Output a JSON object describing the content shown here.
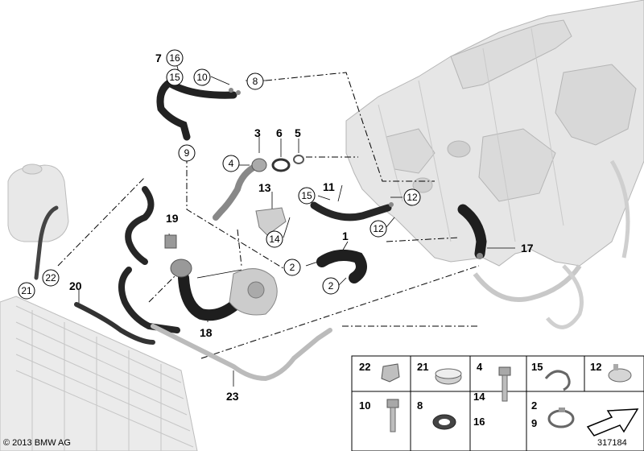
{
  "labels": {
    "l1": "1",
    "l2a": "2",
    "l2b": "2",
    "l3": "3",
    "l4": "4",
    "l5": "5",
    "l6": "6",
    "l7": "7",
    "l8": "8",
    "l9": "9",
    "l10": "10",
    "l11": "11",
    "l12a": "12",
    "l12b": "12",
    "l13": "13",
    "l14": "14",
    "l15a": "15",
    "l15b": "15",
    "l16": "16",
    "l17": "17",
    "l18": "18",
    "l19": "19",
    "l20": "20",
    "l21": "21",
    "l22": "22",
    "l23": "23"
  },
  "parts_grid": {
    "row1": [
      "22",
      "21",
      "4",
      "15",
      "12"
    ],
    "row1_extra": [
      "14"
    ],
    "row2": [
      "10",
      "8",
      "16",
      "2",
      "9"
    ]
  },
  "footer": {
    "copyright": "© 2013 BMW AG",
    "diagram_id": "317184"
  },
  "icons": [
    "engine-block",
    "radiator",
    "expansion-tank",
    "water-pump",
    "thermostat",
    "coolant-hose",
    "clip",
    "bolt",
    "seal-ring",
    "direction-arrow"
  ]
}
